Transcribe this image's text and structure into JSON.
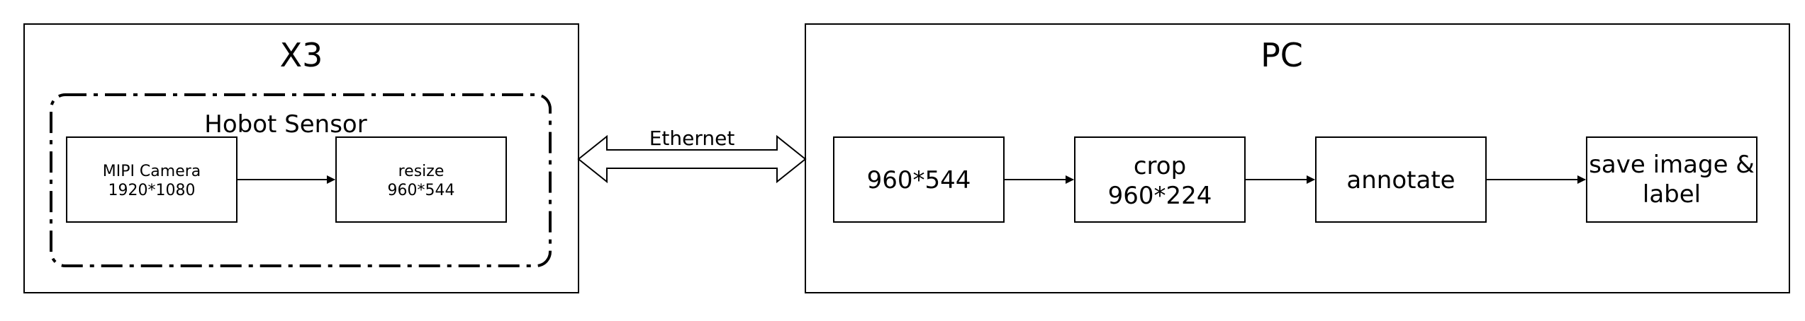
{
  "x3": {
    "title": "X3",
    "sensor_group_label": "Hobot Sensor",
    "camera_line1": "MIPI Camera",
    "camera_line2": "1920*1080",
    "resize_line1": "resize",
    "resize_line2": "960*544"
  },
  "link": {
    "label": "Ethernet"
  },
  "pc": {
    "title": "PC",
    "input_label": "960*544",
    "crop_line1": "crop",
    "crop_line2": "960*224",
    "annotate_label": "annotate",
    "save_line1": "save image &",
    "save_line2": "label"
  }
}
